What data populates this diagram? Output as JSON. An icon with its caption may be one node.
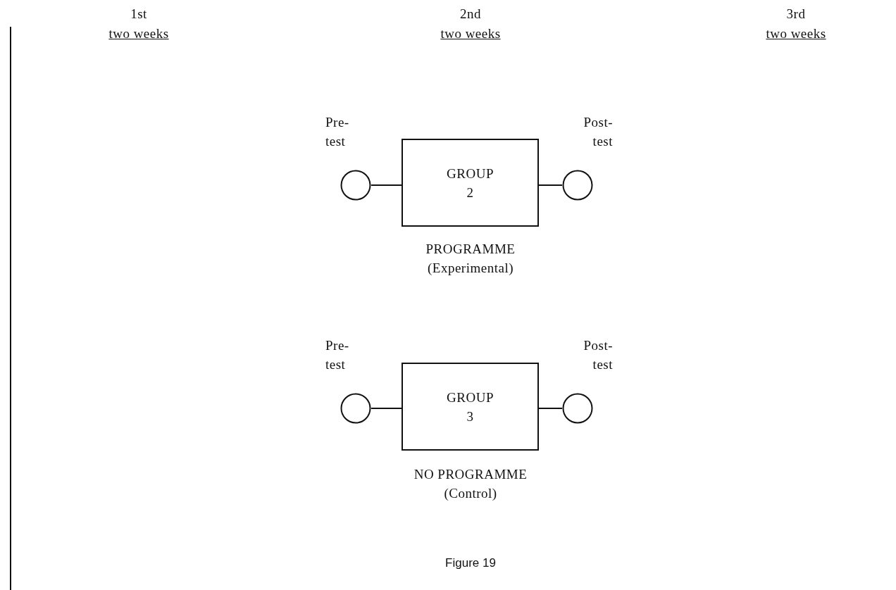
{
  "diagram": {
    "caption": "Figure 19",
    "nodes": [
      {
        "text": [],
        "shape": "circle",
        "beside": [
          "Pre- test"
        ]
      },
      {
        "text": [
          "GROUP 2"
        ],
        "beside": [
          "PROGRAMME (Experimental)"
        ]
      },
      {
        "text": [],
        "shape": "circle",
        "beside": [
          "Post- test"
        ]
      },
      {
        "text": [],
        "shape": "circle",
        "beside": [
          "Pre- test"
        ]
      },
      {
        "text": [
          "GROUP 3"
        ],
        "beside": [
          "NO PROGRAMME (Control)"
        ]
      },
      {
        "text": [],
        "shape": "circle",
        "beside": [
          "Post- test"
        ]
      }
    ],
    "edges": [
      {
        "from": 0,
        "to": 1,
        "arrow": "none"
      },
      {
        "from": 1,
        "to": 2,
        "arrow": "none"
      },
      {
        "from": 3,
        "to": 4,
        "arrow": "none"
      },
      {
        "from": 4,
        "to": 5,
        "arrow": "none"
      }
    ],
    "labels": [
      "1st",
      "two weeks",
      "2nd",
      "two weeks",
      "3rd",
      "two weeks"
    ]
  }
}
